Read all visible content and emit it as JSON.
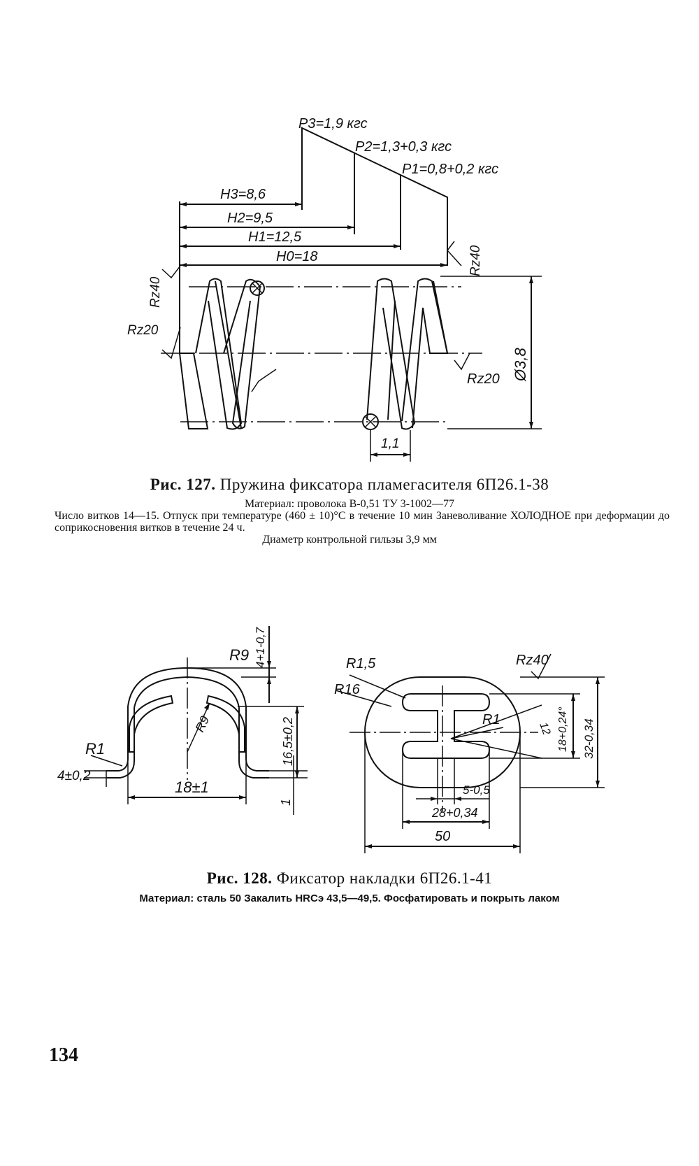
{
  "fig127": {
    "dims": {
      "p3": "P3=1,9 кгс",
      "p2": "P2=1,3+0,3 кгс",
      "p1": "P1=0,8+0,2 кгс",
      "h3": "H3=8,6",
      "h2": "H2=9,5",
      "h1": "H1=12,5",
      "h0": "H0=18",
      "rz40_left": "Rz40",
      "rz40_right": "Rz40",
      "rz20_left": "Rz20",
      "rz20_right": "Rz20",
      "diameter": "Ø3,8",
      "pitch": "1,1"
    },
    "caption": {
      "label": "Рис. 127.",
      "title": "Пружина фиксатора пламегасителя 6П26.1-38",
      "material": "Материал: проволока В-0,51 ТУ 3-1002—77",
      "notes": "Число витков 14—15. Отпуск при температуре (460 ± 10)°С в течение 10 мин Заневоливание ХОЛОДНОЕ при деформации до соприкосновения витков в течение 24 ч.",
      "gauge": "Диаметр контрольной гильзы 3,9 мм"
    }
  },
  "fig128": {
    "dims": {
      "r9_top": "R9",
      "h_tol": "4+1-0,7",
      "r9_inner": "R9",
      "height": "16,5±0,2",
      "r1_left": "R1",
      "thickness": "4±0,2",
      "width": "18±1",
      "one": "1",
      "r15": "R1,5",
      "r16": "R16",
      "rz40": "Rz40",
      "r1_right": "R1",
      "dim12": "12",
      "dim18": "18+0,24°",
      "dim32": "32-0,34",
      "dim5": "5-0,5",
      "dim28": "28+0,34",
      "dim50": "50"
    },
    "caption": {
      "label": "Рис. 128.",
      "title": "Фиксатор накладки 6П26.1-41",
      "material": "Материал: сталь 50  Закалить HRCэ 43,5—49,5. Фосфатировать и покрыть лаком"
    }
  },
  "page_number": "134"
}
